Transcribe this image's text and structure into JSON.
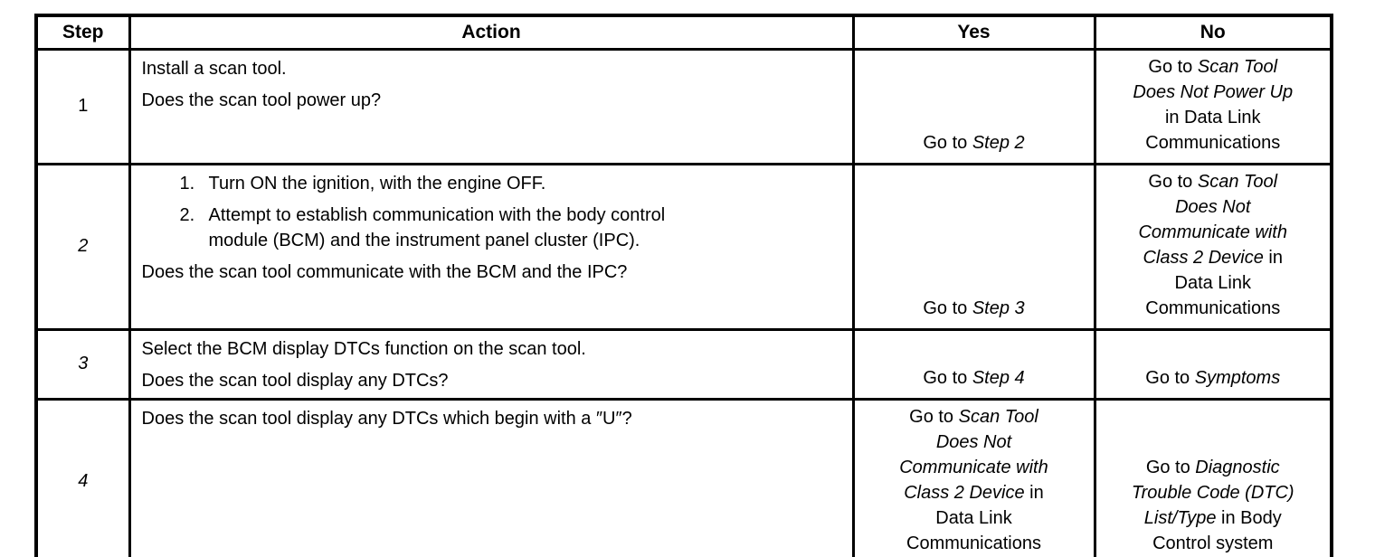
{
  "page": {
    "background_color": "#ffffff",
    "text_color": "#000000",
    "border_color": "#000000"
  },
  "table": {
    "headers": [
      "Step",
      "Action",
      "Yes",
      "No"
    ],
    "rows": [
      {
        "step": {
          "text": "1",
          "italic": false
        },
        "action": [
          {
            "kind": "line",
            "text": "Install a scan tool."
          },
          {
            "kind": "line",
            "text": "Does the scan tool power up?"
          }
        ],
        "yes": [
          [
            {
              "t": "Go to "
            },
            {
              "t": "Step 2",
              "i": true
            }
          ]
        ],
        "no": [
          [
            {
              "t": "Go to "
            },
            {
              "t": "Scan Tool",
              "i": true
            }
          ],
          [
            {
              "t": "Does Not Power Up",
              "i": true
            }
          ],
          [
            {
              "t": "in Data Link"
            }
          ],
          [
            {
              "t": "Communications"
            }
          ]
        ]
      },
      {
        "step": {
          "text": "2",
          "italic": true
        },
        "action": [
          {
            "kind": "item",
            "marker": "1.",
            "text": "Turn ON the ignition, with the engine OFF."
          },
          {
            "kind": "item",
            "marker": "2.",
            "text": "Attempt to establish communication with the body control"
          },
          {
            "kind": "cont",
            "text": "module (BCM) and the instrument panel cluster (IPC)."
          },
          {
            "kind": "line",
            "text": "Does the scan tool communicate with the BCM and the IPC?"
          }
        ],
        "yes": [
          [
            {
              "t": "Go to "
            },
            {
              "t": "Step 3",
              "i": true
            }
          ]
        ],
        "no": [
          [
            {
              "t": "Go to "
            },
            {
              "t": "Scan Tool",
              "i": true
            }
          ],
          [
            {
              "t": "Does Not",
              "i": true
            }
          ],
          [
            {
              "t": "Communicate with",
              "i": true
            }
          ],
          [
            {
              "t": "Class 2 Device",
              "i": true
            },
            {
              "t": " in"
            }
          ],
          [
            {
              "t": "Data Link"
            }
          ],
          [
            {
              "t": "Communications"
            }
          ]
        ]
      },
      {
        "step": {
          "text": "3",
          "italic": true
        },
        "action": [
          {
            "kind": "line",
            "text": "Select the BCM display DTCs function on the scan tool."
          },
          {
            "kind": "line",
            "text": "Does the scan tool display any DTCs?"
          }
        ],
        "yes": [
          [
            {
              "t": "Go to "
            },
            {
              "t": "Step 4",
              "i": true
            }
          ]
        ],
        "no": [
          [
            {
              "t": "Go to "
            },
            {
              "t": "Symptoms",
              "i": true
            }
          ]
        ]
      },
      {
        "step": {
          "text": "4",
          "italic": true
        },
        "action": [
          {
            "kind": "line",
            "text": "Does the scan tool display any DTCs which begin with a ″U″?"
          }
        ],
        "yes": [
          [
            {
              "t": "Go to "
            },
            {
              "t": "Scan Tool",
              "i": true
            }
          ],
          [
            {
              "t": "Does Not",
              "i": true
            }
          ],
          [
            {
              "t": "Communicate with",
              "i": true
            }
          ],
          [
            {
              "t": "Class 2 Device",
              "i": true
            },
            {
              "t": " in"
            }
          ],
          [
            {
              "t": "Data Link"
            }
          ],
          [
            {
              "t": "Communications"
            }
          ]
        ],
        "no": [
          [
            {
              "t": "Go to "
            },
            {
              "t": "Diagnostic",
              "i": true
            }
          ],
          [
            {
              "t": "Trouble Code (DTC)",
              "i": true
            }
          ],
          [
            {
              "t": "List/Type",
              "i": true
            },
            {
              "t": " in Body"
            }
          ],
          [
            {
              "t": "Control system"
            }
          ]
        ]
      }
    ]
  }
}
